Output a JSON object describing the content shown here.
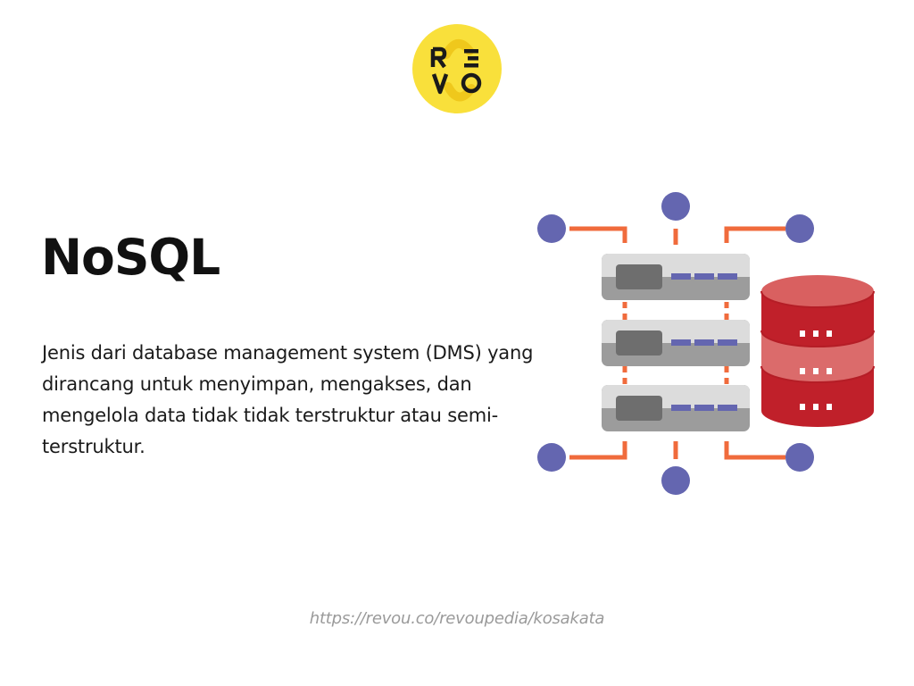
{
  "brand": {
    "logo_text": "REVO",
    "logo_color": "#f9e03b"
  },
  "main": {
    "title": "NoSQL",
    "description": "Jenis dari database management system (DMS) yang dirancang untuk menyimpan, mengakses, dan mengelola data tidak tidak terstruktur atau semi-terstruktur."
  },
  "illustration": {
    "icon": "nosql-database-network-illustration",
    "node_color": "#6466b0",
    "connector_color": "#f06b3c",
    "server_color": "#c8c8c8",
    "database_color": "#c0202a"
  },
  "footer": {
    "source_url": "https://revou.co/revoupedia/kosakata"
  }
}
